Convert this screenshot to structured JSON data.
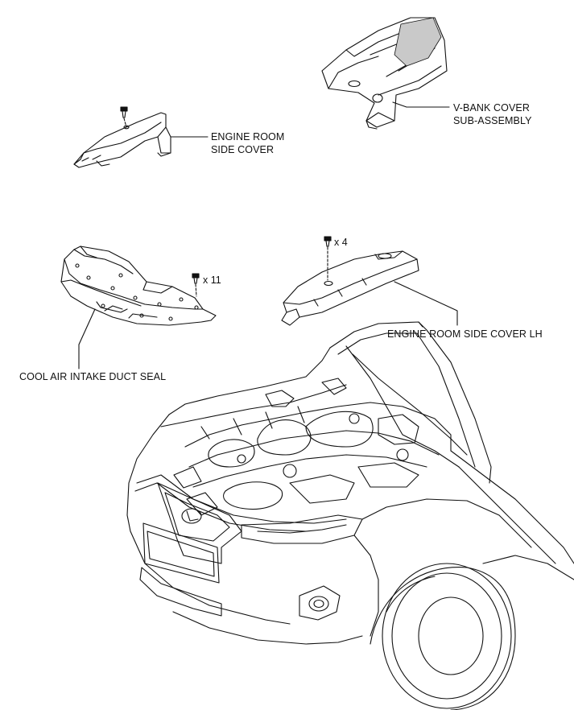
{
  "labels": {
    "vbank_line1": "V-BANK COVER",
    "vbank_line2": "SUB-ASSEMBLY",
    "engine_side_line1": "ENGINE ROOM",
    "engine_side_line2": "SIDE COVER",
    "engine_side_lh": "ENGINE ROOM SIDE COVER LH",
    "cool_air_seal": "COOL AIR INTAKE DUCT SEAL"
  },
  "quantities": {
    "clip_seal": "x 11",
    "clip_side_lh": "x 4"
  },
  "colors": {
    "line": "#111111",
    "background": "#ffffff"
  }
}
